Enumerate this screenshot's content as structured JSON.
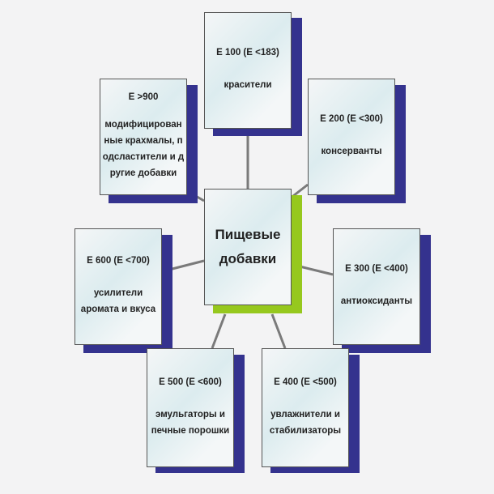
{
  "center": {
    "line1": "Пищевые",
    "line2": "добавки"
  },
  "nodes": [
    {
      "code": "E 100 (E <183)",
      "desc": "красители"
    },
    {
      "code": "E 200 (E <300)",
      "desc": "консерванты"
    },
    {
      "code": "E 300 (E <400)",
      "desc": "антиоксиданты"
    },
    {
      "code": "E 400 (E <500)",
      "desc": "увлажнители и стабилизаторы"
    },
    {
      "code": "E 500 (E <600)",
      "desc": "эмульгаторы и печные порошки"
    },
    {
      "code": "E 600 (E <700)",
      "desc": "усилители аромата и вкуса"
    },
    {
      "code": "E >900",
      "desc": "модифицированные крахмалы, подсластители и другие добавки"
    }
  ],
  "colors": {
    "shadow": "#34328e",
    "center_shadow": "#96c81e",
    "connector": "#7a7a7a"
  }
}
